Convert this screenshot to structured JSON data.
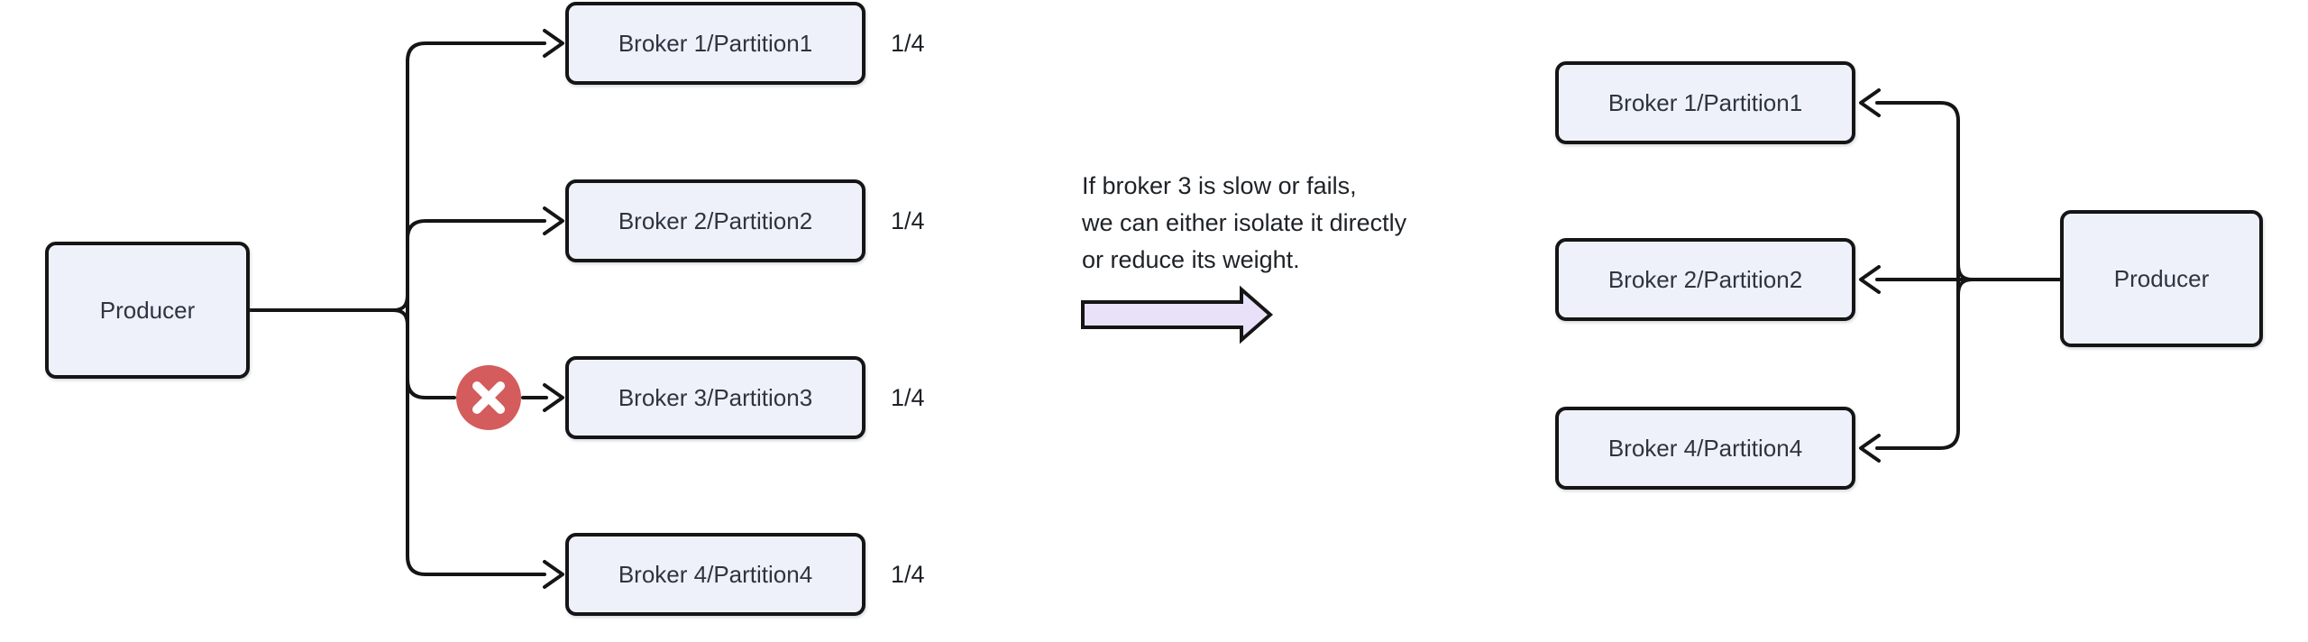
{
  "left": {
    "producer": "Producer",
    "brokers": [
      {
        "label": "Broker 1/Partition1",
        "weight": "1/4"
      },
      {
        "label": "Broker 2/Partition2",
        "weight": "1/4"
      },
      {
        "label": "Broker 3/Partition3",
        "weight": "1/4"
      },
      {
        "label": "Broker 4/Partition4",
        "weight": "1/4"
      }
    ],
    "failure_badge_icon": "x-icon"
  },
  "note": {
    "line1": "If broker 3 is slow or fails,",
    "line2": "we can either isolate it directly",
    "line3": "or reduce its weight."
  },
  "right": {
    "producer": "Producer",
    "brokers": [
      {
        "label": "Broker 1/Partition1"
      },
      {
        "label": "Broker 2/Partition2"
      },
      {
        "label": "Broker 4/Partition4"
      }
    ]
  },
  "colors": {
    "node_fill": "#eef1fa",
    "node_border": "#151515",
    "connector": "#151515",
    "text": "#1e2227",
    "failure_badge": "#d45c5c",
    "failure_badge_x": "#ffffff",
    "transition_arrow_fill": "#e9e1f8",
    "background": "#ffffff"
  }
}
